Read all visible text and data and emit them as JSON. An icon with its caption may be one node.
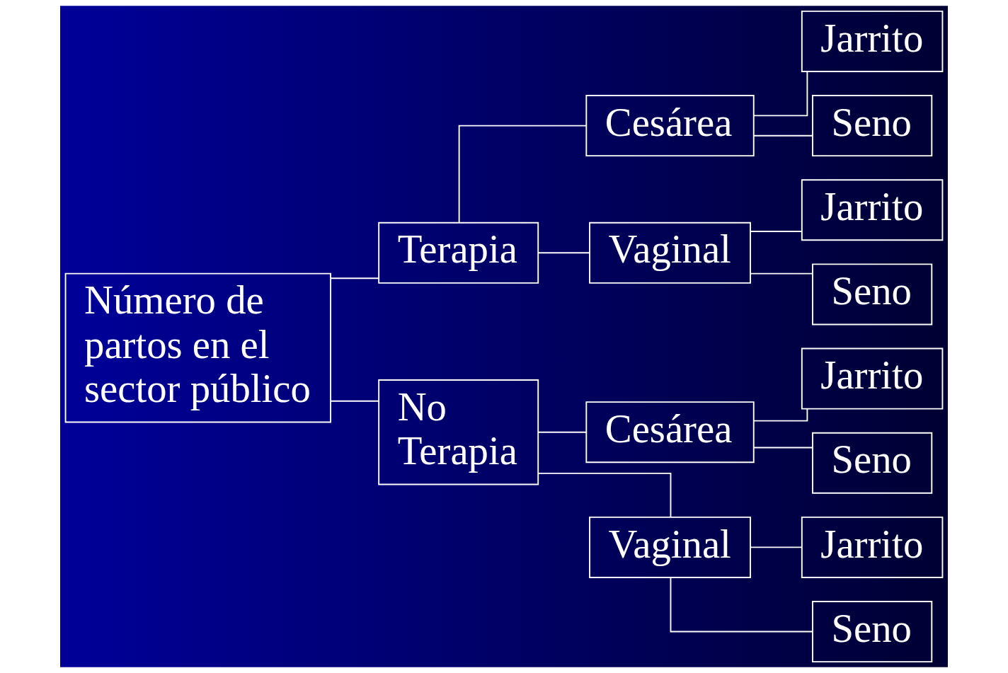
{
  "diagram": {
    "nodes": [
      {
        "text": [
          "Número de partos en el sector público"
        ]
      },
      {
        "text": [
          "Terapia"
        ]
      },
      {
        "text": [
          "No Terapia"
        ]
      },
      {
        "text": [
          "Cesárea"
        ]
      },
      {
        "text": [
          "Vaginal"
        ]
      },
      {
        "text": [
          "Cesárea"
        ]
      },
      {
        "text": [
          "Vaginal"
        ]
      },
      {
        "text": [
          "Jarrito"
        ]
      },
      {
        "text": [
          "Seno"
        ]
      },
      {
        "text": [
          "Jarrito"
        ]
      },
      {
        "text": [
          "Seno"
        ]
      },
      {
        "text": [
          "Jarrito"
        ]
      },
      {
        "text": [
          "Seno"
        ]
      },
      {
        "text": [
          "Jarrito"
        ]
      },
      {
        "text": [
          "Seno"
        ]
      }
    ],
    "edges": [
      {
        "from": 0,
        "to": 1,
        "arrow": "none"
      },
      {
        "from": 0,
        "to": 2,
        "arrow": "none"
      },
      {
        "from": 1,
        "to": 3,
        "arrow": "none"
      },
      {
        "from": 1,
        "to": 4,
        "arrow": "none"
      },
      {
        "from": 2,
        "to": 5,
        "arrow": "none"
      },
      {
        "from": 2,
        "to": 6,
        "arrow": "none"
      },
      {
        "from": 3,
        "to": 7,
        "arrow": "none"
      },
      {
        "from": 3,
        "to": 8,
        "arrow": "none"
      },
      {
        "from": 4,
        "to": 9,
        "arrow": "none"
      },
      {
        "from": 4,
        "to": 10,
        "arrow": "none"
      },
      {
        "from": 5,
        "to": 11,
        "arrow": "none"
      },
      {
        "from": 5,
        "to": 12,
        "arrow": "none"
      },
      {
        "from": 6,
        "to": 13,
        "arrow": "none"
      },
      {
        "from": 6,
        "to": 14,
        "arrow": "none"
      }
    ]
  }
}
